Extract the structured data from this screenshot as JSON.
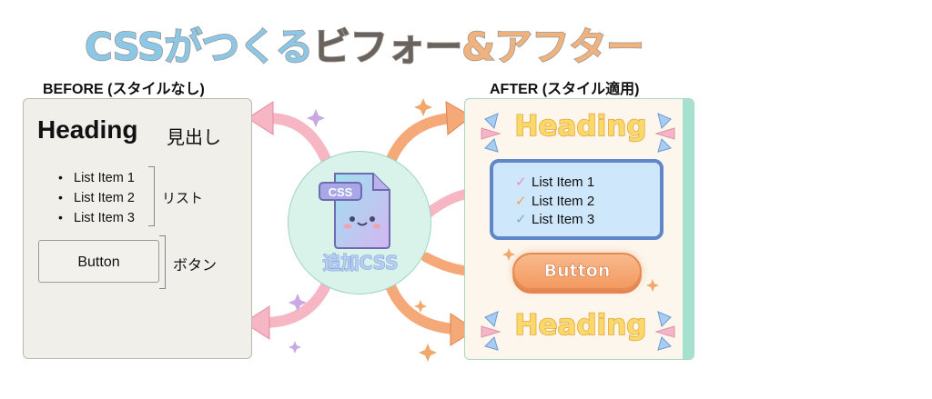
{
  "title": {
    "part1": "CSSがつくる",
    "part2": "ビフォー",
    "part3": "&アフター"
  },
  "before": {
    "label": "BEFORE (スタイルなし)",
    "heading": "Heading",
    "heading_note": "見出し",
    "list_items": [
      "List Item 1",
      "List Item 2",
      "List Item 3"
    ],
    "list_note": "リスト",
    "button": "Button",
    "button_note": "ボタン"
  },
  "center": {
    "file_tag": "CSS",
    "caption": "追加CSS"
  },
  "after": {
    "label": "AFTER (スタイル適用)",
    "heading": "Heading",
    "list_items": [
      "List Item 1",
      "List Item 2",
      "List Item 3"
    ],
    "check_colors": [
      "#e98fb4",
      "#f0a050",
      "#7fa8cf"
    ],
    "button": "Button",
    "heading_bottom": "Heading"
  },
  "colors": {
    "pink_arrow": "#f6b6c4",
    "orange_arrow": "#f5a878",
    "teal": "#a6e0cf",
    "blue": "#5f86c8"
  }
}
